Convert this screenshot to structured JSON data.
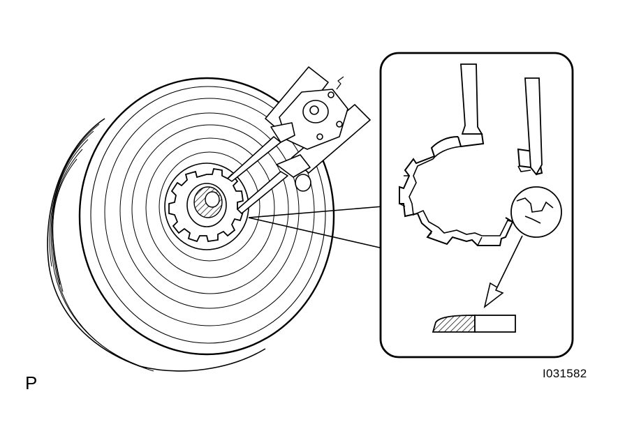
{
  "figure": {
    "corner_label": "P",
    "figure_code": "I031582",
    "colors": {
      "line": "#000000",
      "background": "#ffffff"
    },
    "elements": [
      "pulley",
      "snap-ring",
      "snap-ring-pliers",
      "detail-callout-box",
      "snap-ring-detail",
      "pliers-tip-section"
    ]
  }
}
